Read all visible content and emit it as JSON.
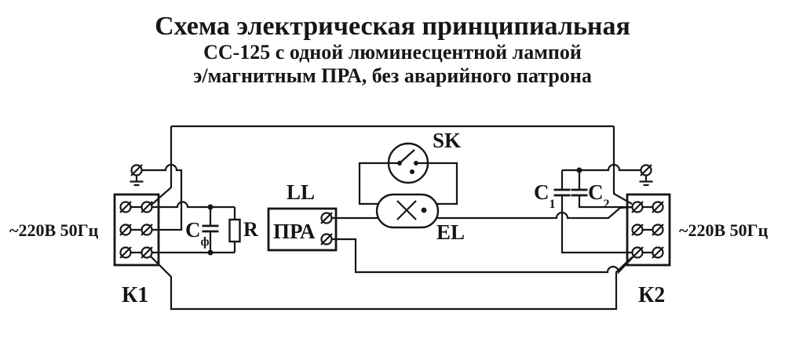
{
  "colors": {
    "ink": "#161616",
    "background": "#ffffff"
  },
  "title": {
    "line1": "Схема электрическая принципиальная",
    "line2": "СС-125 с одной люминесцентной лампой",
    "line3": "э/магнитным ПРА, без аварийного патрона"
  },
  "labels": {
    "voltage_left": "~220В 50Гц",
    "voltage_right": "~220В 50Гц",
    "connector_left": "К1",
    "connector_right": "К2",
    "ballast_wires": "LL",
    "ballast": "ПРА",
    "starter": "SK",
    "lamp": "EL",
    "resistor": "R",
    "cap_filter": {
      "base": "С",
      "sub": "ф"
    },
    "cap_1": {
      "base": "С",
      "sub": "1"
    },
    "cap_2": {
      "base": "С",
      "sub": "2"
    }
  }
}
